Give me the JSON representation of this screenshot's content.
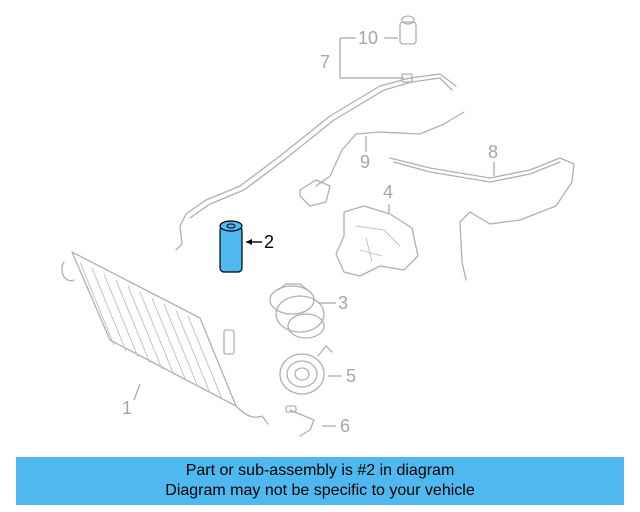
{
  "diagram": {
    "callouts": [
      "1",
      "2",
      "3",
      "4",
      "5",
      "6",
      "7",
      "8",
      "9",
      "10"
    ],
    "highlighted_part": "2",
    "highlight_color": "#4fb8ee"
  },
  "banner": {
    "line1": "Part or sub-assembly is #2 in diagram",
    "line2": "Diagram may not be specific to your vehicle",
    "background": "#4fb8ee"
  }
}
